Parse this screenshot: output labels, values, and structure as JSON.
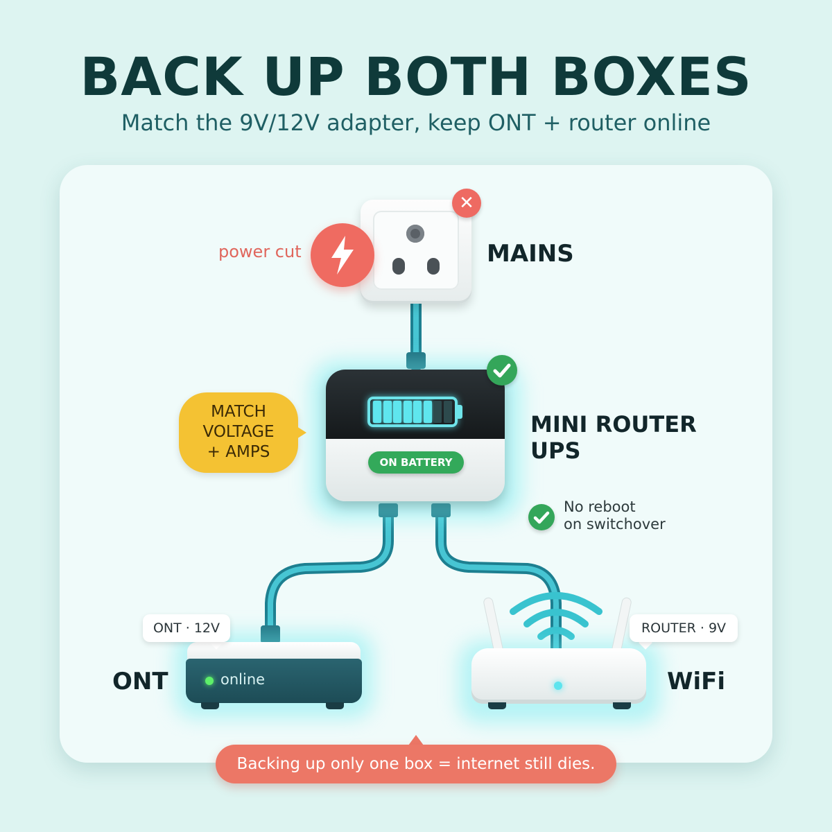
{
  "title": "BACK UP BOTH BOXES",
  "subtitle": "Match the 9V/12V adapter, keep ONT + router online",
  "mains": {
    "label": "MAINS",
    "power_cut": "power cut",
    "status_icon": "close-icon"
  },
  "ups": {
    "label_line1": "MINI ROUTER",
    "label_line2": "UPS",
    "status": "ON BATTERY",
    "battery_cells_lit": 6,
    "battery_cells_total": 8,
    "callout_line1": "MATCH",
    "callout_line2": "VOLTAGE",
    "callout_line3": "+ AMPS",
    "note_line1": "No reboot",
    "note_line2": "on switchover"
  },
  "ont": {
    "label": "ONT",
    "tag": "ONT · 12V",
    "status": "online"
  },
  "router": {
    "label": "WiFi",
    "tag": "ROUTER · 9V"
  },
  "warning": "Backing up only one box = internet still dies.",
  "colors": {
    "accent_cable": "#2fa3b4",
    "glow": "#6fe4ea",
    "alert_red": "#ee6a62",
    "ok_green": "#34a65a",
    "callout_yellow": "#f4c233"
  }
}
